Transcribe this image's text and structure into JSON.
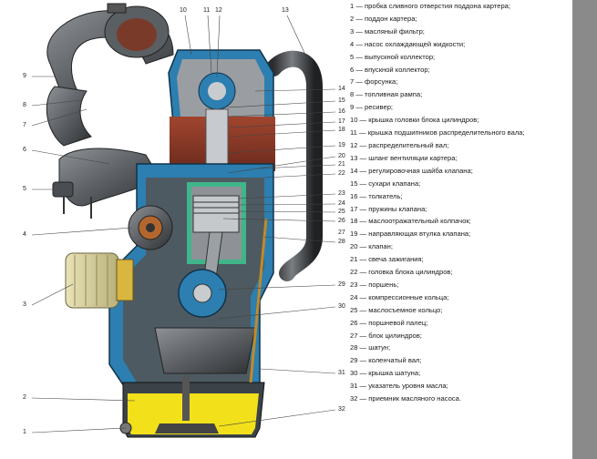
{
  "callouts": [
    "1",
    "2",
    "3",
    "4",
    "5",
    "6",
    "7",
    "8",
    "9",
    "10",
    "11",
    "12",
    "13",
    "14",
    "15",
    "16",
    "17",
    "18",
    "19",
    "20",
    "21",
    "22",
    "23",
    "24",
    "25",
    "26",
    "27",
    "28",
    "29",
    "30",
    "31",
    "32"
  ],
  "legend": [
    "1 — пробка сливного отверстия поддона картера;",
    "2 — поддон картера;",
    "3 — масляный фильтр;",
    "4 — насос охлаждающей жидкости;",
    "5 — выпускной коллектор;",
    "6 — впускной коллектор;",
    "7 — форсунка;",
    "8 — топливная рампа;",
    "9 — ресивер;",
    "10 — крышка головки блока цилиндров;",
    "11 — крышка подшипников распределительного вала;",
    "12 — распределительный вал;",
    "13 — шланг вентиляции картера;",
    "14 — регулировочная шайба клапана;",
    "15 — сухари клапана;",
    "16 — толкатель;",
    "17 — пружины клапана;",
    "18 — маслоотражательный колпачок;",
    "19 — направляющая втулка клапана;",
    "20 — клапан;",
    "21 — свеча зажигания;",
    "22 — головка блока цилиндров;",
    "23 — поршень;",
    "24 — компрессионные кольца;",
    "25 — маслосъемное кольцо;",
    "26 — поршневой палец;",
    "27 — блок цилиндров;",
    "28 — шатун;",
    "29 — коленчатый вал;",
    "30 — крышка шатуна;",
    "31 — указатель уровня масла;",
    "32 — приемник масляного насоса."
  ]
}
